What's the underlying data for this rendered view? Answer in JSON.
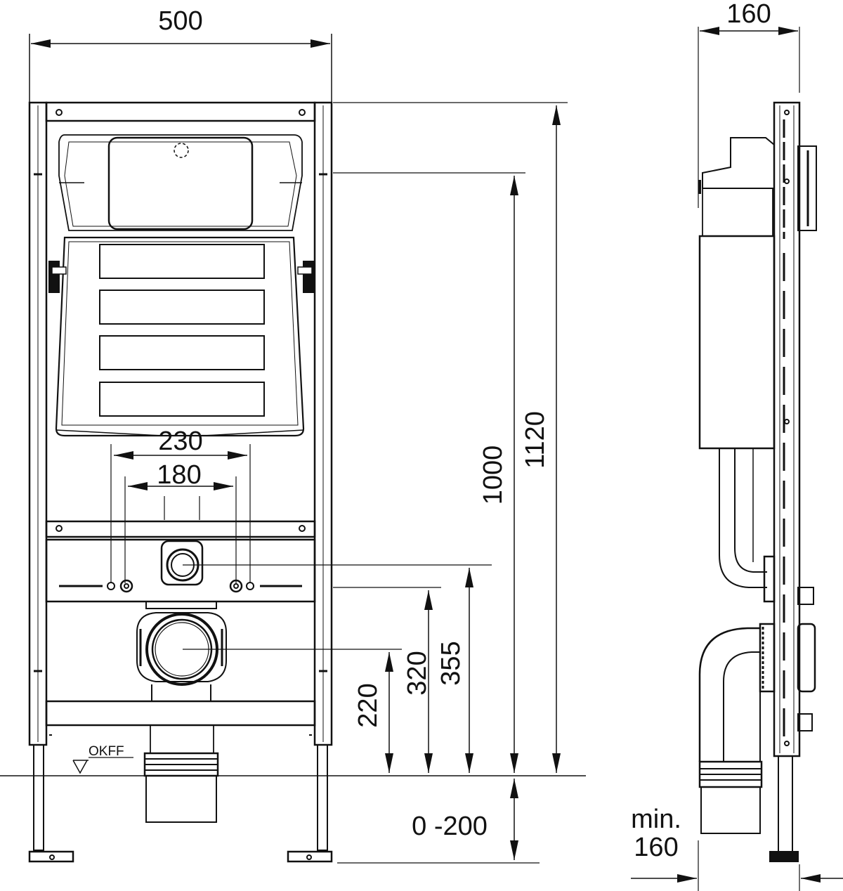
{
  "drawing": {
    "line_color": "#111111",
    "background": "#ffffff",
    "front_view": {
      "width_label": "500",
      "height_frame_label": "1120",
      "height_tank_label": "1000",
      "pipe_spacing_outer_label": "230",
      "pipe_spacing_inner_label": "180",
      "height_355_label": "355",
      "height_320_label": "320",
      "height_220_label": "220",
      "leg_adjust_label": "0 -200",
      "floor_label": "OKFF"
    },
    "side_view": {
      "depth_label": "160",
      "min_label_line1": "min.",
      "min_label_line2": "160"
    }
  }
}
